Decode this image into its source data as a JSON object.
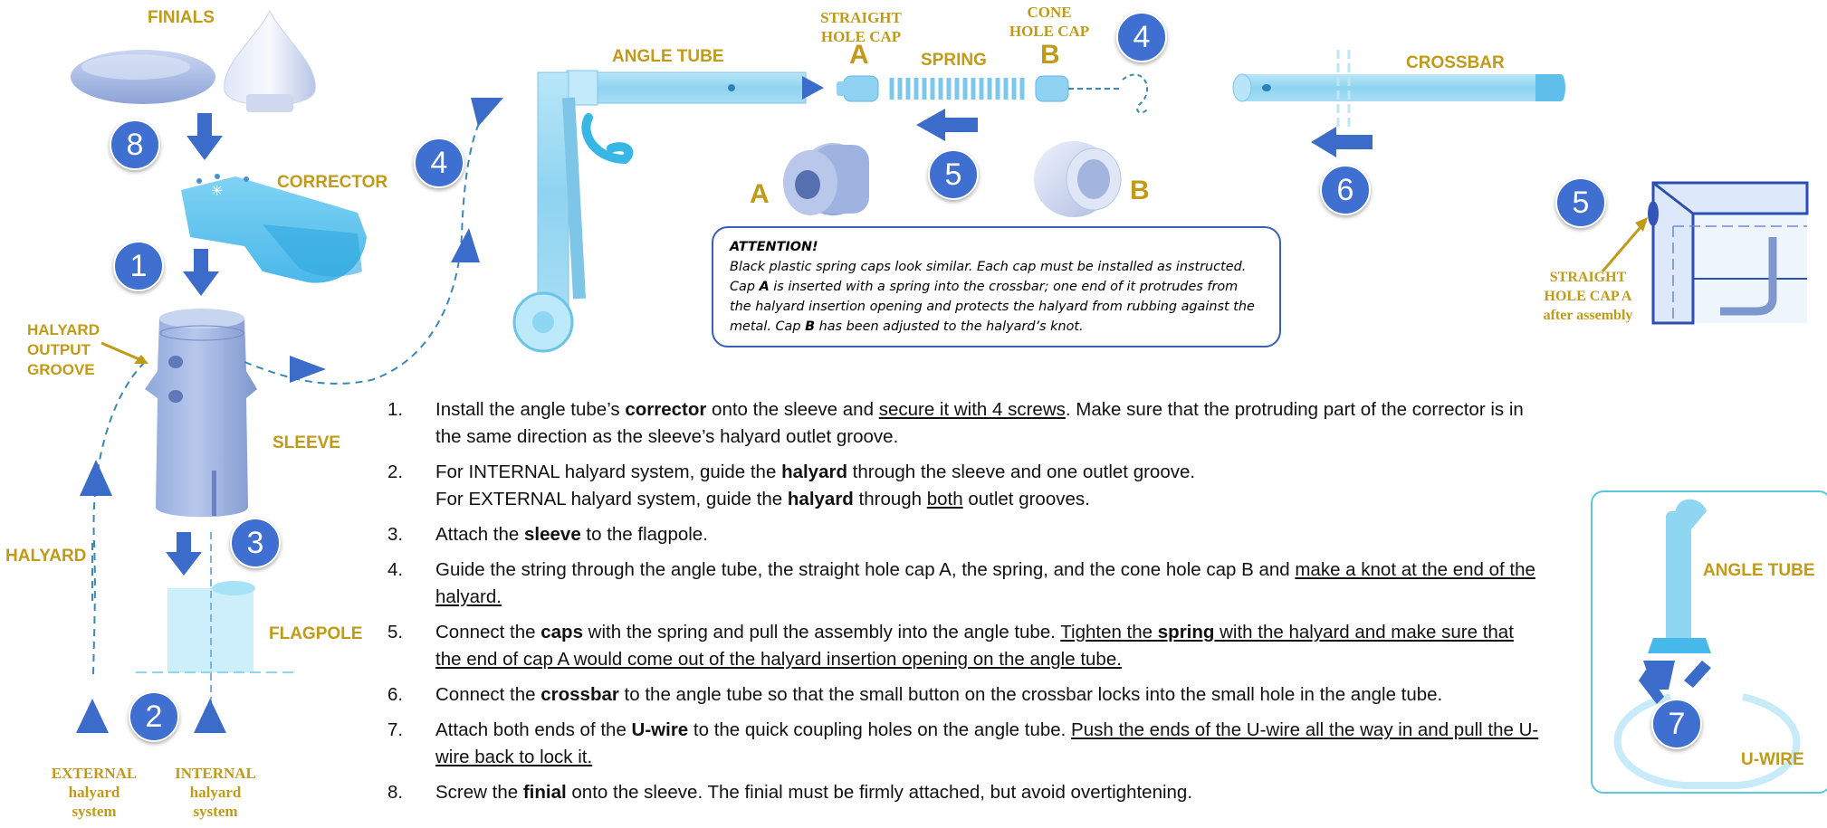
{
  "labels": {
    "finials": "FINIALS",
    "corrector": "CORRECTOR",
    "halyard_output_groove": [
      "HALYARD",
      "OUTPUT",
      "GROOVE"
    ],
    "sleeve": "SLEEVE",
    "halyard": "HALYARD",
    "flagpole": "FLAGPOLE",
    "external_system": [
      "EXTERNAL",
      "halyard",
      "system"
    ],
    "internal_system": [
      "INTERNAL",
      "halyard",
      "system"
    ],
    "angle_tube": "ANGLE TUBE",
    "straight_hole_cap": [
      "STRAIGHT",
      "HOLE CAP"
    ],
    "cap_a_letter": "A",
    "spring": "SPRING",
    "cone_hole_cap": [
      "CONE",
      "HOLE CAP"
    ],
    "cap_b_letter": "B",
    "crossbar": "CROSSBAR",
    "straight_hole_cap_after": [
      "STRAIGHT",
      "HOLE CAP A",
      "after assembly"
    ],
    "angle_tube_inset": "ANGLE TUBE",
    "u_wire": "U-WIRE"
  },
  "badges": {
    "b8": "8",
    "b1": "1",
    "b3": "3",
    "b2": "2",
    "b4_left": "4",
    "b4_top": "4",
    "b5_mid": "5",
    "b6": "6",
    "b5_right": "5",
    "b7": "7"
  },
  "attention": {
    "title": "ATTENTION!",
    "t1": "Black plastic spring caps look similar. Each cap must be installed as instructed. Cap ",
    "a": "A",
    "t2": " is inserted with a spring into the crossbar; one end of it protrudes from the halyard insertion opening and protects the halyard from rubbing against the metal. Cap ",
    "b": "B",
    "t3": " has been adjusted to the halyard’s knot."
  },
  "steps": [
    {
      "num": "1.",
      "parts": [
        {
          "t": "Install the angle tube’s "
        },
        {
          "t": "corrector",
          "s": "b"
        },
        {
          "t": " onto the sleeve and "
        },
        {
          "t": "secure it with 4 screws",
          "s": "u"
        },
        {
          "t": ". Make sure that the protruding part of the corrector is in the same direction as the sleeve’s halyard outlet groove."
        }
      ]
    },
    {
      "num": "2.",
      "parts": [
        {
          "t": "For INTERNAL halyard system, guide the "
        },
        {
          "t": "halyard",
          "s": "b"
        },
        {
          "t": " through the sleeve and one outlet groove."
        },
        {
          "br": true
        },
        {
          "t": "For EXTERNAL halyard system, guide the "
        },
        {
          "t": "halyard",
          "s": "b"
        },
        {
          "t": " through "
        },
        {
          "t": "both",
          "s": "u"
        },
        {
          "t": " outlet grooves."
        }
      ]
    },
    {
      "num": "3.",
      "parts": [
        {
          "t": "Attach the "
        },
        {
          "t": "sleeve",
          "s": "b"
        },
        {
          "t": " to the flagpole."
        }
      ]
    },
    {
      "num": "4.",
      "parts": [
        {
          "t": "Guide the string through the angle tube, the straight hole cap A, the spring, and the cone hole cap B and "
        },
        {
          "t": "make a knot at the end of the halyard.",
          "s": "u"
        }
      ]
    },
    {
      "num": "5.",
      "parts": [
        {
          "t": "Connect the "
        },
        {
          "t": "caps",
          "s": "b"
        },
        {
          "t": " with the spring and pull the assembly into the angle tube. "
        },
        {
          "t": "Tighten the ",
          "s": "u"
        },
        {
          "t": "spring",
          "s": "u b"
        },
        {
          "t": " with the halyard and make sure that the end of cap A would come out of the halyard insertion opening on the angle tube.",
          "s": "u"
        }
      ]
    },
    {
      "num": "6.",
      "parts": [
        {
          "t": "Connect the "
        },
        {
          "t": "crossbar",
          "s": "b"
        },
        {
          "t": " to the angle tube so that the small button on the crossbar locks into the small hole in the angle tube."
        }
      ]
    },
    {
      "num": "7.",
      "parts": [
        {
          "t": "Attach both ends of the "
        },
        {
          "t": "U-wire",
          "s": "b"
        },
        {
          "t": " to the quick coupling holes on the angle tube. "
        },
        {
          "t": "Push the ends of the U-wire all the way in and pull the U-wire back to lock it.",
          "s": "u"
        }
      ]
    },
    {
      "num": "8.",
      "parts": [
        {
          "t": "Screw the "
        },
        {
          "t": "finial",
          "s": "b"
        },
        {
          "t": " onto the sleeve. The finial must be firmly attached, but avoid overtightening."
        }
      ]
    }
  ],
  "colors": {
    "accent_label": "#c19a18",
    "badge": "#3f6fd0",
    "arrow": "#3b6cc9",
    "part_light_blue": "#8fd6f2",
    "part_grey_blue": "#a9bde4",
    "frame_blue": "#2c4fb0"
  }
}
